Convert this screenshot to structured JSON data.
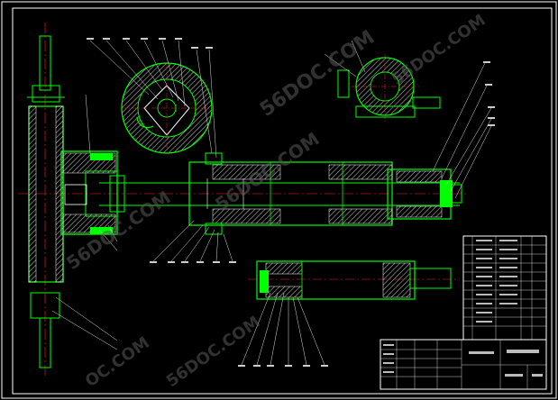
{
  "drawing": {
    "background": "#000000",
    "line_colors": {
      "frame": "#ffffff",
      "body": "#00ff00",
      "section": "#ffffff",
      "center": "#ff2020",
      "dim": "#cccccc"
    }
  },
  "watermarks": [
    "56DOC.COM",
    "56DOC.COM",
    "56DOC.COM",
    "56DOC.COM",
    "OC.COM",
    "56DOC.COM"
  ]
}
